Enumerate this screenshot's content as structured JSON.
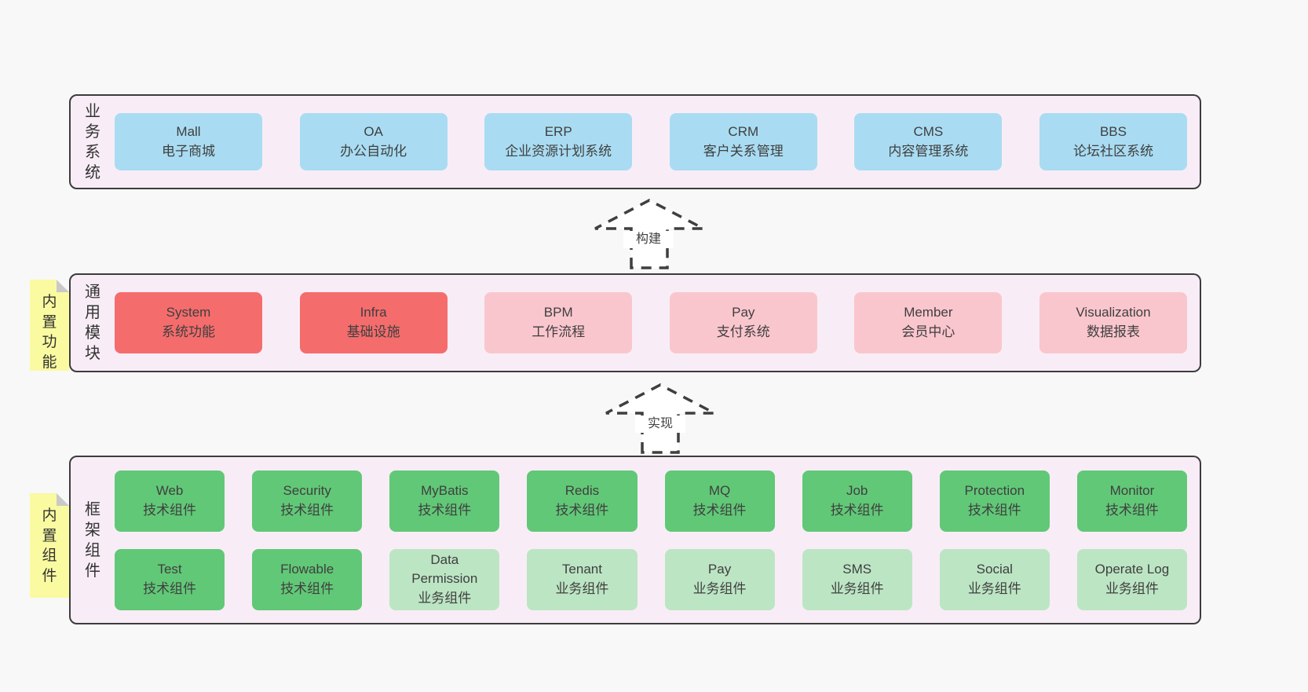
{
  "theme": {
    "page_background": "#f8f8f8",
    "panel_background": "#f8edf6",
    "panel_border": "#3c3c3c",
    "blue_box": "#a9dcf2",
    "red_box": "#f56c6c",
    "pink_box": "#fac6cd",
    "green_box": "#61c877",
    "light_green_box": "#bce5c4",
    "note_background": "#fafaa0",
    "note_fold": "#c9c9c9",
    "text_color": "#3f3f3f"
  },
  "arrows": [
    {
      "label": "构建"
    },
    {
      "label": "实现"
    }
  ],
  "sections": [
    {
      "id": "business-systems",
      "label": "业务系统",
      "boxes": [
        {
          "en": "Mall",
          "zh": "电子商城"
        },
        {
          "en": "OA",
          "zh": "办公自动化"
        },
        {
          "en": "ERP",
          "zh": "企业资源计划系统"
        },
        {
          "en": "CRM",
          "zh": "客户关系管理"
        },
        {
          "en": "CMS",
          "zh": "内容管理系统"
        },
        {
          "en": "BBS",
          "zh": "论坛社区系统"
        }
      ]
    },
    {
      "id": "common-modules",
      "label": "通用模块",
      "note": "内置功能",
      "boxes": [
        {
          "en": "System",
          "zh": "系统功能"
        },
        {
          "en": "Infra",
          "zh": "基础设施"
        },
        {
          "en": "BPM",
          "zh": "工作流程"
        },
        {
          "en": "Pay",
          "zh": "支付系统"
        },
        {
          "en": "Member",
          "zh": "会员中心"
        },
        {
          "en": "Visualization",
          "zh": "数据报表"
        }
      ]
    },
    {
      "id": "framework-components",
      "label": "框架组件",
      "note": "内置组件",
      "boxes": [
        {
          "en": "Web",
          "zh": "技术组件"
        },
        {
          "en": "Security",
          "zh": "技术组件"
        },
        {
          "en": "MyBatis",
          "zh": "技术组件"
        },
        {
          "en": "Redis",
          "zh": "技术组件"
        },
        {
          "en": "MQ",
          "zh": "技术组件"
        },
        {
          "en": "Job",
          "zh": "技术组件"
        },
        {
          "en": "Protection",
          "zh": "技术组件"
        },
        {
          "en": "Monitor",
          "zh": "技术组件"
        },
        {
          "en": "Test",
          "zh": "技术组件"
        },
        {
          "en": "Flowable",
          "zh": "技术组件"
        },
        {
          "en": "Data Permission",
          "zh": "业务组件"
        },
        {
          "en": "Tenant",
          "zh": "业务组件"
        },
        {
          "en": "Pay",
          "zh": "业务组件"
        },
        {
          "en": "SMS",
          "zh": "业务组件"
        },
        {
          "en": "Social",
          "zh": "业务组件"
        },
        {
          "en": "Operate Log",
          "zh": "业务组件"
        }
      ]
    }
  ]
}
